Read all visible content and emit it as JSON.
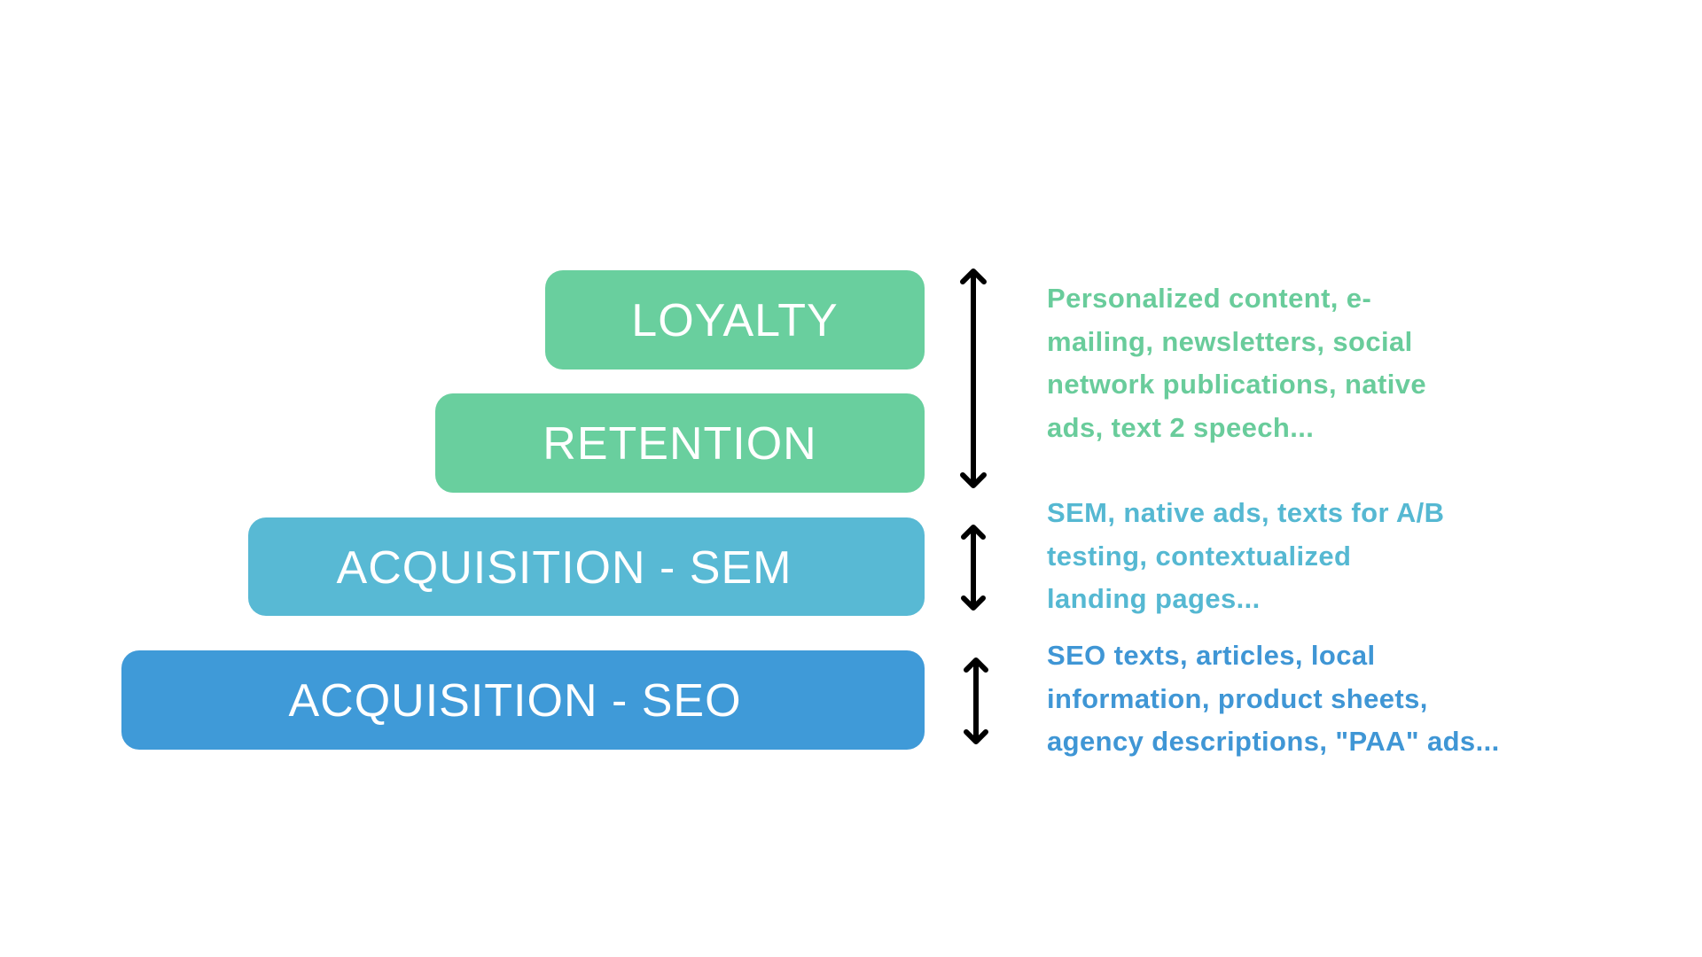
{
  "colors": {
    "loyalty": "#69cf9e",
    "retention": "#69cf9e",
    "sem": "#58b9d4",
    "seo": "#3f9ad8",
    "loyalty_text": "#69cc9b",
    "sem_text": "#55b8d2",
    "seo_text": "#3f96d5",
    "arrow": "#000000"
  },
  "stages": [
    {
      "id": "loyalty",
      "label": "LOYALTY"
    },
    {
      "id": "retention",
      "label": "RETENTION"
    },
    {
      "id": "sem",
      "label": "ACQUISITION - SEM"
    },
    {
      "id": "seo",
      "label": "ACQUISITION - SEO"
    }
  ],
  "descriptions": {
    "loyalty_retention": {
      "lines": [
        "Personalized content, e-",
        "mailing, newsletters, social",
        "network publications, native",
        "ads, text 2 speech..."
      ]
    },
    "sem": {
      "lines": [
        "SEM, native ads, texts for A/B",
        "testing, contextualized",
        "landing pages..."
      ]
    },
    "seo": {
      "lines": [
        "SEO texts, articles, local",
        "information, product sheets,",
        "agency descriptions, \"PAA\" ads..."
      ]
    }
  },
  "arrows": [
    {
      "name": "double-arrow-loyalty-retention-icon",
      "spans": [
        "loyalty",
        "retention"
      ]
    },
    {
      "name": "double-arrow-sem-icon",
      "spans": [
        "sem"
      ]
    },
    {
      "name": "double-arrow-seo-icon",
      "spans": [
        "seo"
      ]
    }
  ]
}
